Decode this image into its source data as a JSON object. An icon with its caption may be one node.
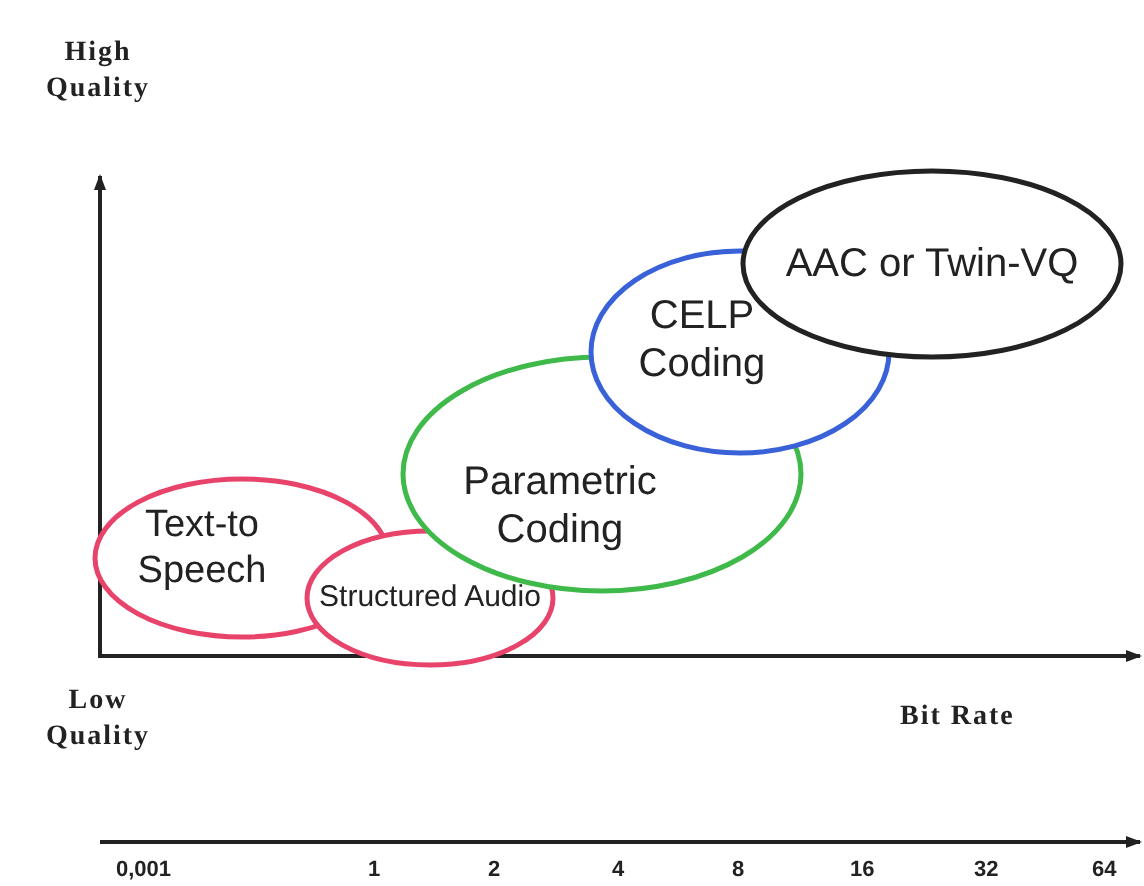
{
  "diagram": {
    "nodes": [
      {
        "text": [
          "Text-to Speech"
        ]
      },
      {
        "text": [
          "Structured Audio"
        ]
      },
      {
        "text": [
          "Parametric Coding"
        ]
      },
      {
        "text": [
          "CELP Coding"
        ]
      },
      {
        "text": [
          "AAC or Twin-VQ"
        ]
      }
    ],
    "edges": [],
    "labels": [
      "High Quality",
      "Low Quality",
      "Bit Rate",
      "0,001",
      "1",
      "2",
      "4",
      "8",
      "16",
      "32",
      "64"
    ]
  }
}
